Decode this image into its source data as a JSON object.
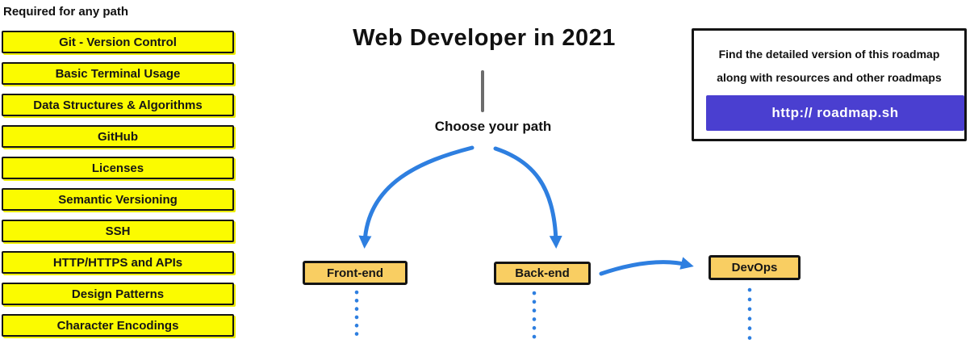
{
  "sidebar": {
    "heading": "Required for any path",
    "items": [
      "Git - Version Control",
      "Basic Terminal Usage",
      "Data Structures & Algorithms",
      "GitHub",
      "Licenses",
      "Semantic Versioning",
      "SSH",
      "HTTP/HTTPS and APIs",
      "Design Patterns",
      "Character Encodings"
    ]
  },
  "main": {
    "title": "Web Developer in 2021",
    "choose_label": "Choose your path",
    "paths": [
      {
        "id": "front-end",
        "label": "Front-end"
      },
      {
        "id": "back-end",
        "label": "Back-end"
      },
      {
        "id": "devops",
        "label": "DevOps"
      }
    ],
    "connections": [
      {
        "from": "Choose your path",
        "to": "Front-end"
      },
      {
        "from": "Choose your path",
        "to": "Back-end"
      },
      {
        "from": "Back-end",
        "to": "DevOps"
      }
    ]
  },
  "info_box": {
    "line1": "Find the detailed version of this roadmap",
    "line2": "along with resources and other roadmaps",
    "button_label": "http:// roadmap.sh"
  },
  "colors": {
    "required_topic_bg": "#FBFB00",
    "path_node_bg": "#F9CE62",
    "arrow_blue": "#2E7FE0",
    "trunk_gray": "#6C6C6C",
    "link_button_bg": "#4A3FD0",
    "border_black": "#141414"
  }
}
